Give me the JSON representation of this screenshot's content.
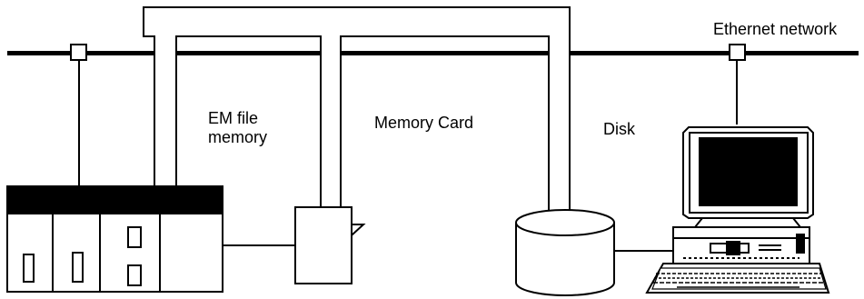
{
  "labels": {
    "ethernet_network": "Ethernet network",
    "em_file_memory_line1": "EM file",
    "em_file_memory_line2": "memory",
    "memory_card": "Memory Card",
    "disk": "Disk"
  }
}
